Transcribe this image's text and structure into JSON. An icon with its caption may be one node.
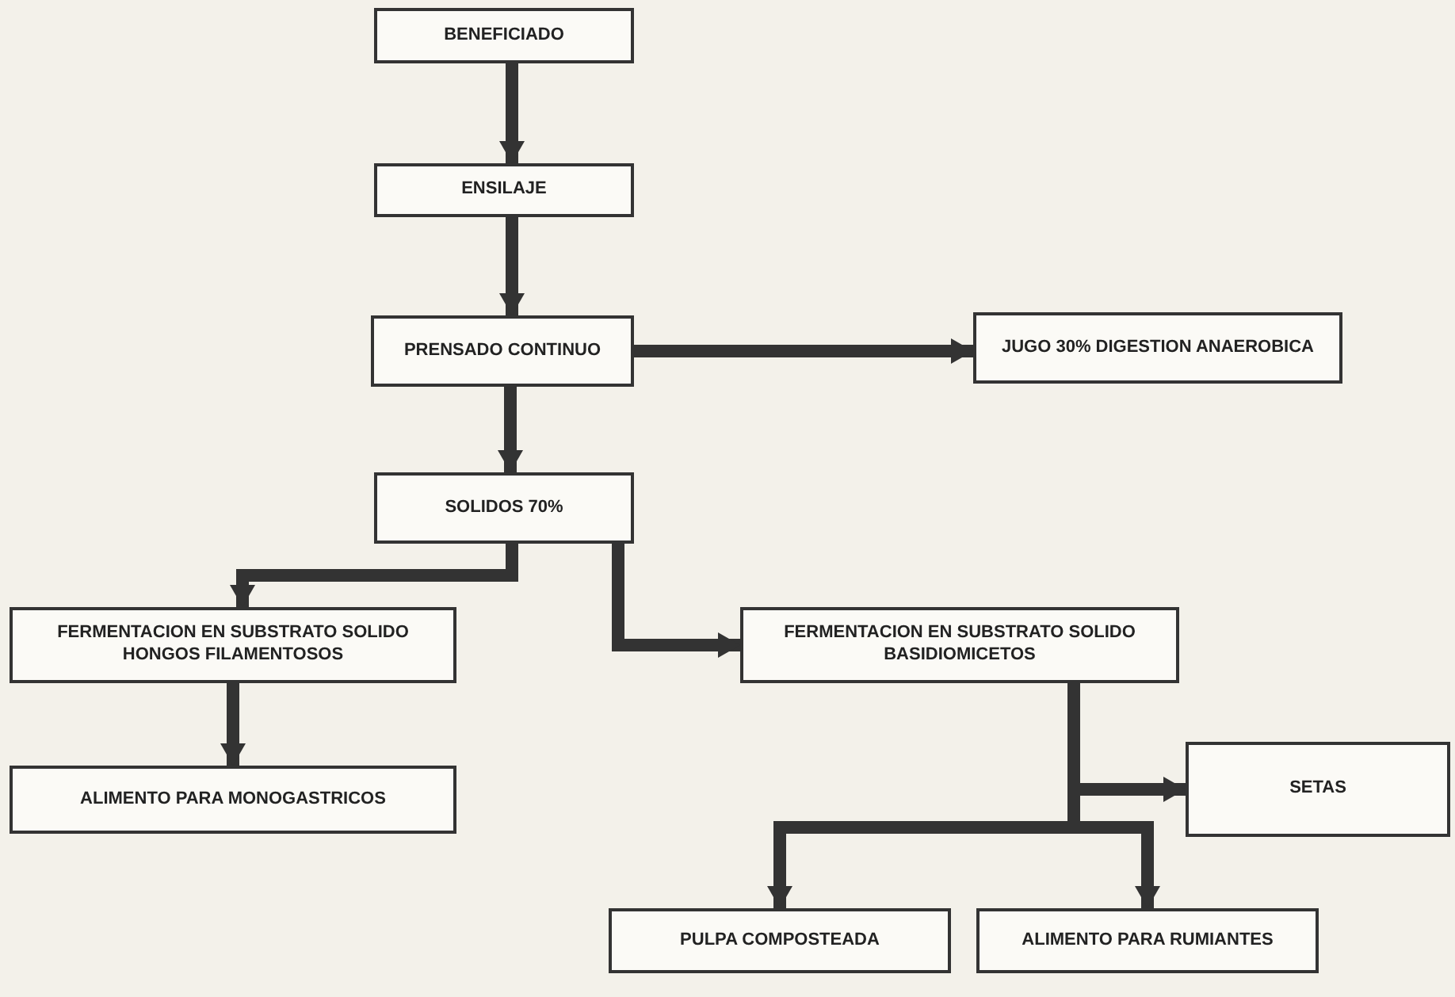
{
  "diagram": {
    "nodes": [
      {
        "text": [
          "BENEFICIADO"
        ]
      },
      {
        "text": [
          "ENSILAJE"
        ]
      },
      {
        "text": [
          "PRENSADO CONTINUO"
        ]
      },
      {
        "text": [
          "JUGO 30% DIGESTION ANAEROBICA"
        ]
      },
      {
        "text": [
          "SOLIDOS 70%"
        ]
      },
      {
        "text": [
          "FERMENTACION EN SUBSTRATO SOLIDO HONGOS FILAMENTOSOS"
        ]
      },
      {
        "text": [
          "FERMENTACION EN SUBSTRATO SOLIDO BASIDIOMICETOS"
        ]
      },
      {
        "text": [
          "ALIMENTO PARA MONOGASTRICOS"
        ]
      },
      {
        "text": [
          "SETAS"
        ]
      },
      {
        "text": [
          "PULPA COMPOSTEADA"
        ]
      },
      {
        "text": [
          "ALIMENTO PARA RUMIANTES"
        ]
      }
    ],
    "edges": [
      {
        "from": 0,
        "to": 1,
        "arrow": "to"
      },
      {
        "from": 1,
        "to": 2,
        "arrow": "to"
      },
      {
        "from": 2,
        "to": 3,
        "arrow": "to"
      },
      {
        "from": 2,
        "to": 4,
        "arrow": "to"
      },
      {
        "from": 4,
        "to": 5,
        "arrow": "to"
      },
      {
        "from": 4,
        "to": 6,
        "arrow": "to"
      },
      {
        "from": 5,
        "to": 7,
        "arrow": "to"
      },
      {
        "from": 6,
        "to": 8,
        "arrow": "to"
      },
      {
        "from": 6,
        "to": 9,
        "arrow": "to"
      },
      {
        "from": 6,
        "to": 10,
        "arrow": "to"
      }
    ]
  }
}
